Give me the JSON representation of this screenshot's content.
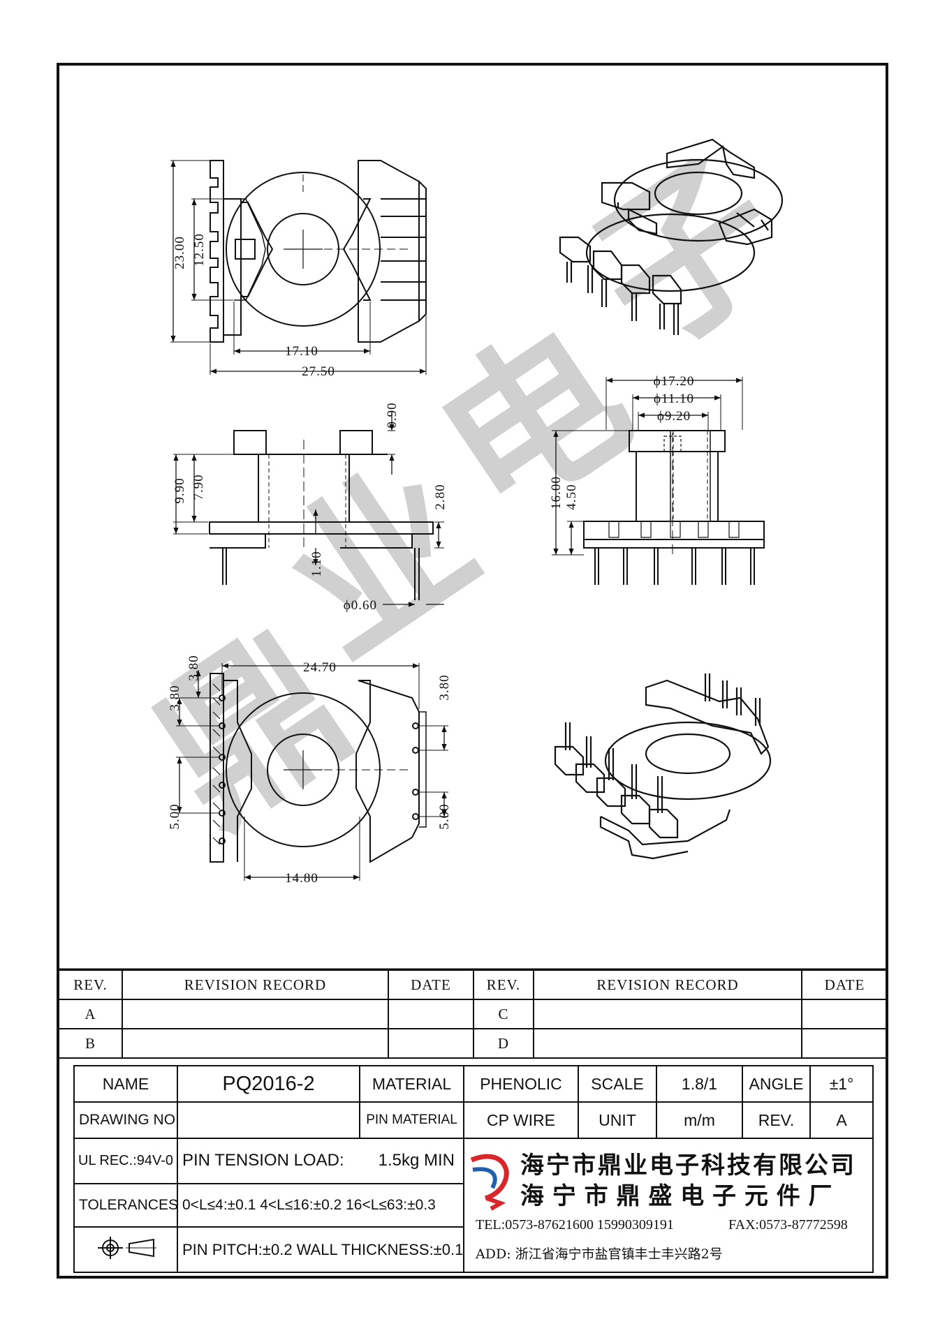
{
  "dimensions": {
    "top_view": {
      "height_overall": "23.00",
      "height_inner": "12.50",
      "width_inner": "17.10",
      "width_overall": "27.50"
    },
    "side_view": {
      "overall_height": "9.90",
      "body_height": "7.90",
      "top_flange": "0.90",
      "base_height": "2.80",
      "pin_offset": "1.10",
      "pin_diameter": "ϕ0.60"
    },
    "end_view": {
      "dia_outer": "ϕ17.20",
      "dia_middle": "ϕ11.10",
      "dia_inner": "ϕ9.20",
      "height_total": "16.00",
      "height_base": "4.50"
    },
    "bottom_view": {
      "width_span": "24.70",
      "pitch_left_1": "3.80",
      "pitch_left_2": "3.80",
      "pitch_right": "3.80",
      "row_left": "5.00",
      "row_right": "5.00",
      "width_inner": "14.80"
    }
  },
  "revision_table": {
    "headers": {
      "rev": "REV.",
      "record": "REVISION RECORD",
      "date": "DATE"
    },
    "rows": [
      {
        "left_rev": "A",
        "right_rev": "C"
      },
      {
        "left_rev": "B",
        "right_rev": "D"
      }
    ]
  },
  "title_block": {
    "name_label": "NAME",
    "name_value": "PQ2016-2",
    "material_label": "MATERIAL",
    "material_value": "PHENOLIC",
    "scale_label": "SCALE",
    "scale_value": "1.8/1",
    "angle_label": "ANGLE",
    "angle_value": "±1°",
    "drawing_no_label": "DRAWING NO.",
    "pin_material_label": "PIN MATERIAL",
    "pin_material_value": "CP WIRE",
    "unit_label": "UNIT",
    "unit_value": "m/m",
    "rev_label": "REV.",
    "rev_value": "A",
    "ul_label": "UL REC.:94V-0",
    "pin_tension_label": "PIN TENSION LOAD:",
    "pin_tension_value": "1.5kg MIN",
    "tolerances_label": "TOLERANCES:",
    "tolerances_value": "0<L≤4:±0.1  4<L≤16:±0.2  16<L≤63:±0.3",
    "pin_pitch_value": "PIN PITCH:±0.2 WALL THICKNESS:±0.1"
  },
  "company": {
    "name_1": "海宁市鼎业电子科技有限公司",
    "name_2": "海 宁 市 鼎 盛 电 子 元 件 厂",
    "tel": "TEL:0573-87621600 15990309191",
    "fax": "FAX:0573-87772598",
    "address": "ADD: 浙江省海宁市盐官镇丰士丰兴路2号",
    "logo_colors": {
      "red": "#d8262b",
      "blue": "#1f5fae"
    }
  },
  "watermark": "鼎 业 电 子"
}
